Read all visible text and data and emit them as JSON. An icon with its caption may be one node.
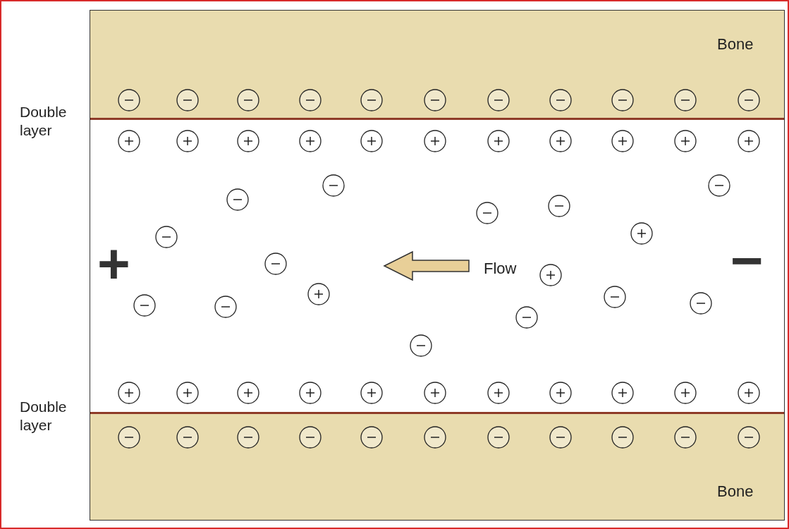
{
  "diagram": {
    "labels": [
      "Bone",
      "Double layer",
      "Double layer",
      "Bone",
      "+",
      "−",
      "Flow"
    ]
  }
}
